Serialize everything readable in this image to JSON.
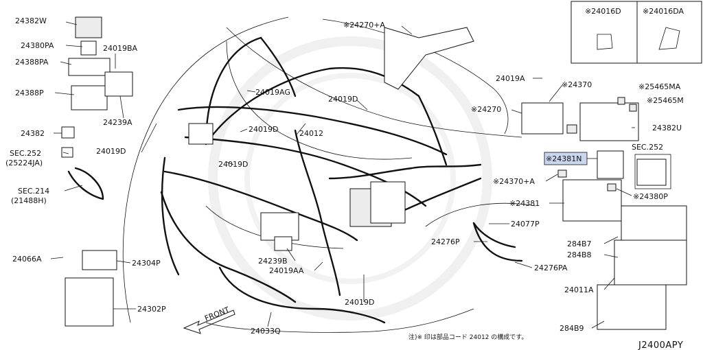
{
  "diagram": {
    "code": "J2400APY",
    "footnote": "注)※ 印は部品コード 24012 の構成です。",
    "inset_left": "※24016D",
    "inset_right": "※24016DA",
    "highlight_color": "#c9d6ef",
    "watermark": "",
    "labels": {
      "l24382W": "24382W",
      "l24380PA": "24380PA",
      "l24388PA": "24388PA",
      "l24388P": "24388P",
      "l24382": "24382",
      "lSEC252a": "SEC.252",
      "l25224JA": "(25224JA)",
      "lSEC214": "SEC.214",
      "l21488H": "(21488H)",
      "l24019BA": "24019BA",
      "l24239A": "24239A",
      "l24019D_a": "24019D",
      "l24019AG": "24019AG",
      "l24019D_b": "24019D",
      "l24019D_c": "24019D",
      "l24019D_d": "24019D",
      "l24012": "24012",
      "l24270A": "※24270+A",
      "l24019A": "24019A",
      "l24370": "※24370",
      "l25465MA": "※25465MA",
      "l25465M": "※25465M",
      "l24270": "※24270",
      "l24382U": "24382U",
      "lSEC252b": "SEC.252",
      "l24381N": "※24381N",
      "l24370A": "※24370+A",
      "l24380P": "※24380P",
      "l24381": "※24381",
      "l24077P": "24077P",
      "l24276P": "24276P",
      "l284B7": "284B7",
      "l284B8": "284B8",
      "l24276PA": "24276PA",
      "l24011A": "24011A",
      "l284B9": "284B9",
      "l24066A": "24066A",
      "l24304P": "24304P",
      "l24302P": "24302P",
      "l24239B": "24239B",
      "l24019AA": "24019AA",
      "l24019D_e": "24019D",
      "l24033Q": "24033Q",
      "front": "FRONT"
    }
  }
}
